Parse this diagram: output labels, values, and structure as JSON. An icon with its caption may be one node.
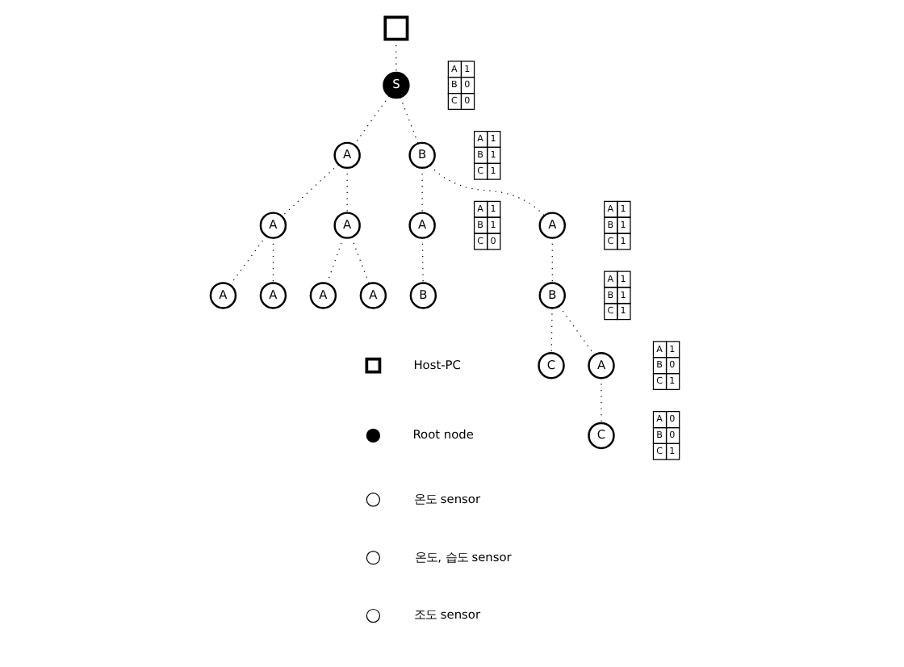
{
  "diagram": {
    "nodes": [
      {
        "text": [],
        "shape": "box"
      },
      {
        "text": [
          "S"
        ],
        "beside": [
          "A",
          "1",
          "B",
          "0",
          "C",
          "0"
        ]
      },
      {
        "text": [
          "A"
        ]
      },
      {
        "text": [
          "A"
        ]
      },
      {
        "text": [
          "A"
        ]
      },
      {
        "text": [
          "A"
        ]
      },
      {
        "text": [
          "A"
        ]
      },
      {
        "text": [
          "A"
        ]
      },
      {
        "text": [
          "A"
        ]
      },
      {
        "text": [
          "B"
        ],
        "beside": [
          "A",
          "1",
          "B",
          "1",
          "C",
          "1"
        ]
      },
      {
        "text": [
          "A"
        ],
        "beside": [
          "A",
          "1",
          "B",
          "1",
          "C",
          "0"
        ]
      },
      {
        "text": [
          "B"
        ]
      },
      {
        "text": [
          "A"
        ],
        "beside": [
          "A",
          "1",
          "B",
          "1",
          "C",
          "1"
        ]
      },
      {
        "text": [
          "B"
        ],
        "beside": [
          "A",
          "1",
          "B",
          "1",
          "C",
          "1"
        ]
      },
      {
        "text": [
          "C"
        ]
      },
      {
        "text": [
          "A"
        ],
        "beside": [
          "A",
          "1",
          "B",
          "0",
          "C",
          "1"
        ]
      },
      {
        "text": [
          "C"
        ],
        "beside": [
          "A",
          "0",
          "B",
          "0",
          "C",
          "1"
        ]
      }
    ],
    "edges": [
      {
        "from": 0,
        "to": 1,
        "arrow": "none"
      },
      {
        "from": 1,
        "to": 2,
        "arrow": "none"
      },
      {
        "from": 2,
        "to": 3,
        "arrow": "none"
      },
      {
        "from": 3,
        "to": 4,
        "arrow": "none"
      },
      {
        "from": 3,
        "to": 5,
        "arrow": "none"
      },
      {
        "from": 2,
        "to": 6,
        "arrow": "none"
      },
      {
        "from": 6,
        "to": 7,
        "arrow": "none"
      },
      {
        "from": 6,
        "to": 8,
        "arrow": "none"
      },
      {
        "from": 1,
        "to": 9,
        "arrow": "none"
      },
      {
        "from": 9,
        "to": 10,
        "arrow": "none"
      },
      {
        "from": 10,
        "to": 11,
        "arrow": "none"
      },
      {
        "from": 9,
        "to": 12,
        "arrow": "none"
      },
      {
        "from": 12,
        "to": 13,
        "arrow": "none"
      },
      {
        "from": 13,
        "to": 14,
        "arrow": "none"
      },
      {
        "from": 13,
        "to": 15,
        "arrow": "none"
      },
      {
        "from": 15,
        "to": 16,
        "arrow": "none"
      }
    ],
    "legend": [
      {
        "text": "Host-PC"
      },
      {
        "text": "Root node"
      },
      {
        "text": "온도 sensor"
      },
      {
        "text": "온도, 습도 sensor"
      },
      {
        "text": "조도 sensor"
      }
    ]
  }
}
